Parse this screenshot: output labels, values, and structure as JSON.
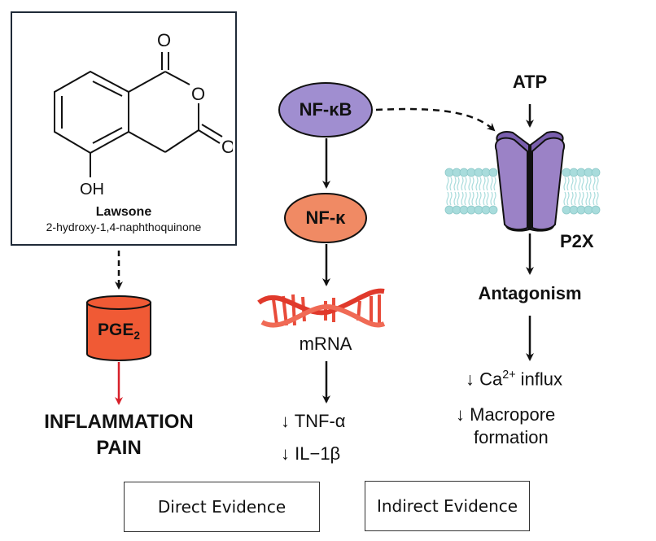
{
  "compound": {
    "name": "Lawsone",
    "iupac": "2-hydroxy-1,4-naphthoquinone",
    "atoms": {
      "oxygen_top": "O",
      "oxygen_ring": "O",
      "oxygen_right": "O",
      "hydroxyl": "OH"
    }
  },
  "left_pathway": {
    "mediator": {
      "base": "PGE",
      "subscript": "2",
      "color": "#f05a35"
    },
    "outcome_1": "INFLAMMATION",
    "outcome_2": "PAIN",
    "inhibit_arrow_color": "#d7202a"
  },
  "middle_pathway": {
    "nfkb": {
      "label": "NF-κB",
      "color": "#a08ed0"
    },
    "nfk": {
      "label": "NF-κ",
      "color": "#f08a64"
    },
    "dna_icon": "dna-helix-icon",
    "dna_color": "#e84b3a",
    "mrna_label": "mRNA",
    "effects": [
      {
        "arrow": "↓",
        "text": "TNF-α"
      },
      {
        "arrow": "↓",
        "text": "IL−1β"
      }
    ]
  },
  "right_pathway": {
    "ligand": "ATP",
    "receptor": {
      "label": "P2X",
      "color": "#9b82c6",
      "dark_color": "#7a5fae"
    },
    "membrane_color": "#a8dcdc",
    "mechanism": "Antagonism",
    "effects": [
      {
        "arrow": "↓",
        "text_pre": "Ca",
        "sup": "2+",
        "text_post": " influx"
      },
      {
        "arrow": "↓",
        "line1": "Macropore",
        "line2": "formation"
      }
    ]
  },
  "evidence": {
    "direct": "Direct Evidence",
    "indirect": "Indirect Evidence"
  }
}
